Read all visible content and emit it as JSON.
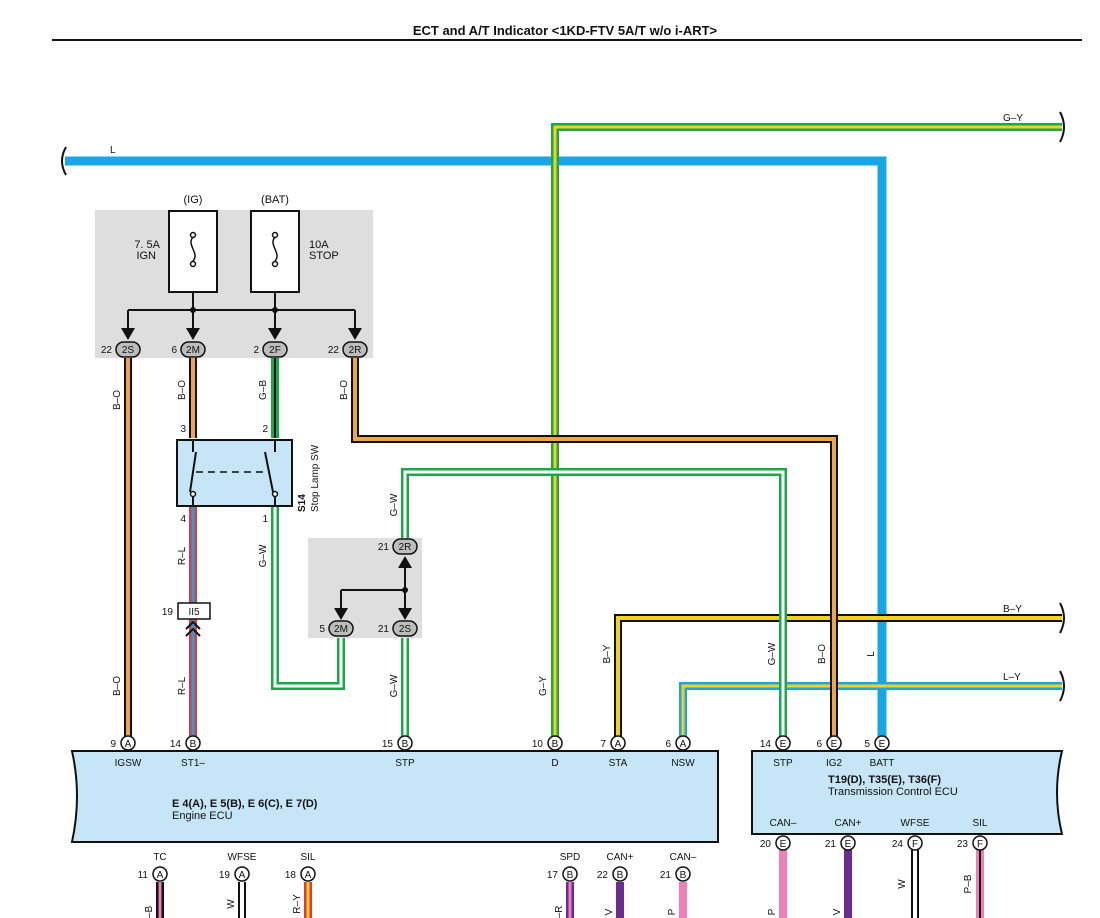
{
  "title": "ECT and A/T Indicator <1KD-FTV 5A/T w/o i-ART>",
  "colors": {
    "blue": "#19a6e6",
    "green": "#1aa84a",
    "yellow": "#f2d21b",
    "orange": "#f0a34a",
    "red": "#e23a3a",
    "pink": "#ef7fb6",
    "purple": "#6b2c91",
    "ecu_fill": "#c6e6f7",
    "panel_gray": "#dedede"
  },
  "wires": {
    "L_top": "L",
    "GY_top": "G–Y",
    "BY_right": "B–Y",
    "LY_right": "L–Y"
  },
  "fuses": {
    "ig_label": "(IG)",
    "bat_label": "(BAT)",
    "fuse1_rating": "7. 5A",
    "fuse1_name": "IGN",
    "fuse2_rating": "10A",
    "fuse2_name": "STOP"
  },
  "fuse_connectors": [
    {
      "pin": "22",
      "conn": "2S"
    },
    {
      "pin": "6",
      "conn": "2M"
    },
    {
      "pin": "2",
      "conn": "2F"
    },
    {
      "pin": "22",
      "conn": "2R"
    }
  ],
  "wire_codes": {
    "bo1": "B–O",
    "bo2": "B–O",
    "gb": "G–B",
    "bo3": "B–O",
    "rl1": "R–L",
    "gw1": "G–W",
    "gw2": "G–W",
    "bo4": "B–O",
    "rl2": "R–L",
    "gw3": "G–W",
    "gy": "G–Y",
    "by": "B–Y",
    "gw4": "G–W",
    "bo5": "B–O",
    "l": "L"
  },
  "stop_lamp": {
    "code": "S14",
    "name": "Stop Lamp SW",
    "pin3": "3",
    "pin2": "2",
    "pin4": "4",
    "pin1": "1"
  },
  "junction": {
    "pin_top": "21",
    "conn_top": "2R",
    "pin_left": "5",
    "conn_left": "2M",
    "pin_right": "21",
    "conn_right": "2S"
  },
  "splice": {
    "pin": "19",
    "conn": "II5"
  },
  "engine_ecu": {
    "codes": "E 4(A), E 5(B), E 6(C), E 7(D)",
    "name": "Engine ECU",
    "top_pins": [
      {
        "pin": "9",
        "conn": "A",
        "label": "IGSW"
      },
      {
        "pin": "14",
        "conn": "B",
        "label": "ST1–"
      },
      {
        "pin": "15",
        "conn": "B",
        "label": "STP"
      },
      {
        "pin": "10",
        "conn": "B",
        "label": "D"
      },
      {
        "pin": "7",
        "conn": "A",
        "label": "STA"
      },
      {
        "pin": "6",
        "conn": "A",
        "label": "NSW"
      }
    ],
    "bottom_pins": [
      {
        "pin": "11",
        "conn": "A",
        "label": "TC",
        "wire": "–B"
      },
      {
        "pin": "19",
        "conn": "A",
        "label": "WFSE",
        "wire": "W"
      },
      {
        "pin": "18",
        "conn": "A",
        "label": "SIL",
        "wire": "R–Y"
      },
      {
        "pin": "17",
        "conn": "B",
        "label": "SPD",
        "wire": "–R"
      },
      {
        "pin": "22",
        "conn": "B",
        "label": "CAN+",
        "wire": "V"
      },
      {
        "pin": "21",
        "conn": "B",
        "label": "CAN–",
        "wire": "P"
      }
    ]
  },
  "tcm": {
    "codes": "T19(D), T35(E), T36(F)",
    "name": "Transmission Control ECU",
    "top_pins": [
      {
        "pin": "14",
        "conn": "E",
        "label": "STP"
      },
      {
        "pin": "6",
        "conn": "E",
        "label": "IG2"
      },
      {
        "pin": "5",
        "conn": "E",
        "label": "BATT"
      }
    ],
    "bottom_pins": [
      {
        "pin": "20",
        "conn": "E",
        "label": "CAN–",
        "wire": "P"
      },
      {
        "pin": "21",
        "conn": "E",
        "label": "CAN+",
        "wire": "V"
      },
      {
        "pin": "24",
        "conn": "F",
        "label": "WFSE",
        "wire": "W"
      },
      {
        "pin": "23",
        "conn": "F",
        "label": "SIL",
        "wire": "P–B"
      }
    ]
  }
}
